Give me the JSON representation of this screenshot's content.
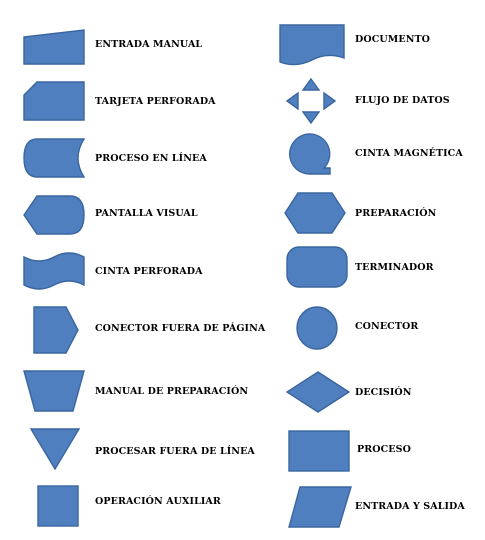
{
  "left_column": [
    {
      "label": "ENTRADA MANUAL"
    },
    {
      "label": "TARJETA PERFORADA"
    },
    {
      "label": "PROCESO EN LÍNEA"
    },
    {
      "label": "PANTALLA VISUAL"
    },
    {
      "label": "CINTA PERFORADA"
    },
    {
      "label": "CONECTOR FUERA DE PÁGINA"
    },
    {
      "label": "MANUAL DE PREPARACIÓN"
    },
    {
      "label": "PROCESAR FUERA DE LÍNEA"
    },
    {
      "label": "OPERACIÓN AUXILIAR"
    }
  ],
  "right_column": [
    {
      "label": "DOCUMENTO"
    },
    {
      "label": "FLUJO DE DATOS"
    },
    {
      "label": "CINTA MAGNÉTICA"
    },
    {
      "label": "PREPARACIÓN"
    },
    {
      "label": "TERMINADOR"
    },
    {
      "label": "CONECTOR"
    },
    {
      "label": "DECISIÓN"
    },
    {
      "label": "PROCESO"
    },
    {
      "label": "ENTRADA Y SALIDA"
    }
  ],
  "colors": {
    "shape_fill": "#4f7fbf",
    "shape_stroke": "#3a669f",
    "text": "#000000"
  }
}
